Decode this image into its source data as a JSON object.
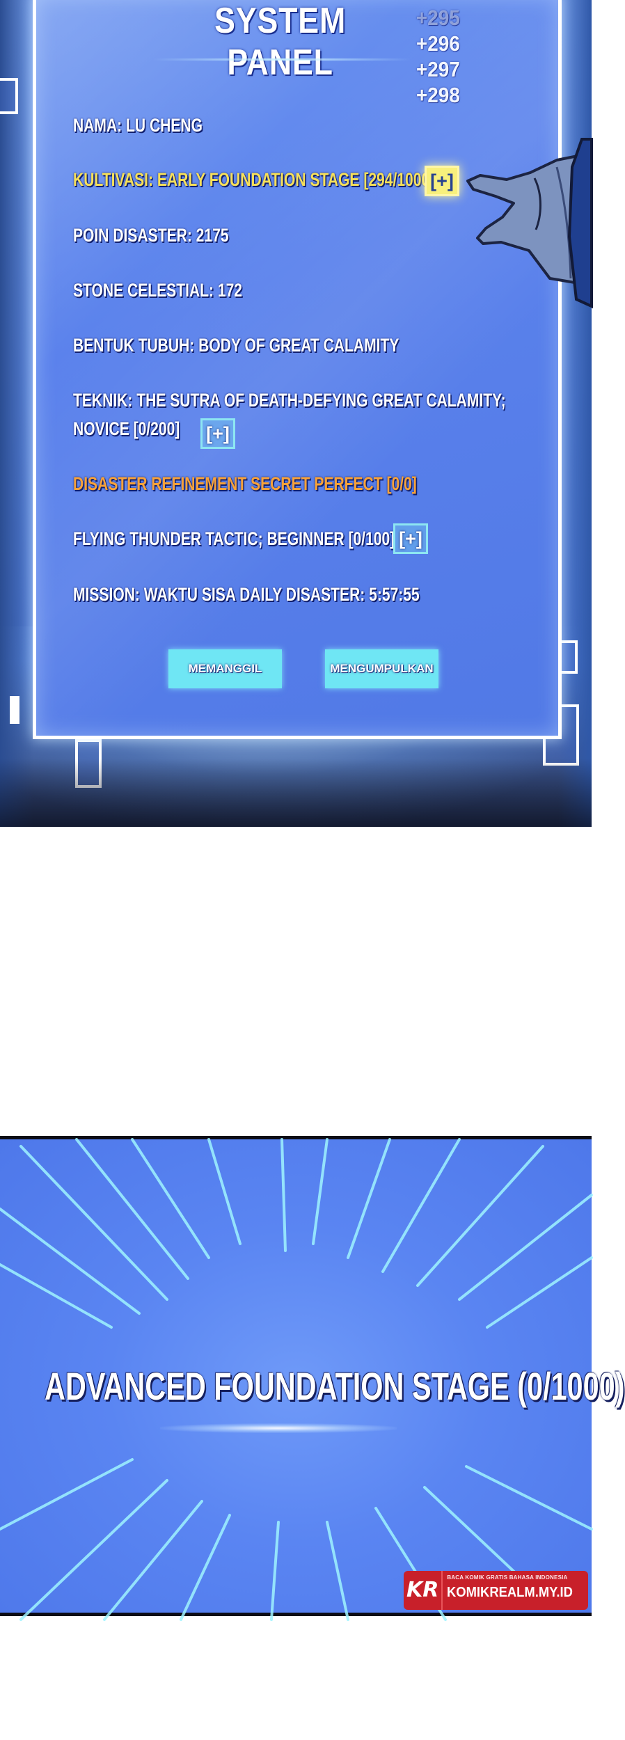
{
  "system_panel": {
    "title": "SYSTEM PANEL",
    "counters": [
      "+295",
      "+296",
      "+297",
      "+298"
    ],
    "stats": [
      {
        "text": "NAMA: LU CHENG",
        "color": "#ffffff"
      },
      {
        "text": "KULTIVASI: EARLY FOUNDATION STAGE [294/1000]",
        "color": "#f6e05a"
      },
      {
        "text": "POIN DISASTER: 2175",
        "color": "#ffffff"
      },
      {
        "text": "STONE CELESTIAL: 172",
        "color": "#ffffff"
      },
      {
        "text": "BENTUK TUBUH: BODY OF GREAT CALAMITY",
        "color": "#ffffff"
      },
      {
        "text": "TEKNIK: THE SUTRA OF DEATH-DEFYING GREAT CALAMITY;",
        "color": "#ffffff"
      },
      {
        "text": "NOVICE [0/200]",
        "color": "#ffffff"
      },
      {
        "text": "DISASTER REFINEMENT SECRET PERFECT [0/0]",
        "color": "#f7a23a"
      },
      {
        "text": "FLYING THUNDER TACTIC; BEGINNER [0/100]",
        "color": "#ffffff"
      },
      {
        "text": "MISSION: WAKTU SISA DAILY DISASTER: 5:57:55",
        "color": "#ffffff"
      }
    ],
    "plus_label": "[+]",
    "buttons": {
      "summon": "MEMANGGIL",
      "collect": "MENGUMPULKAN"
    },
    "colors": {
      "accent_cyan": "#6fe6f4",
      "highlight_yellow": "#f8f07c"
    }
  },
  "stage_panel": {
    "text": "ADVANCED FOUNDATION STAGE (0/1000)"
  },
  "watermark": {
    "logo": "KR",
    "tagline": "BACA KOMIK GRATIS BAHASA INDONESIA",
    "site": "KOMIKREALM.MY.ID",
    "color": "#c8202a"
  }
}
